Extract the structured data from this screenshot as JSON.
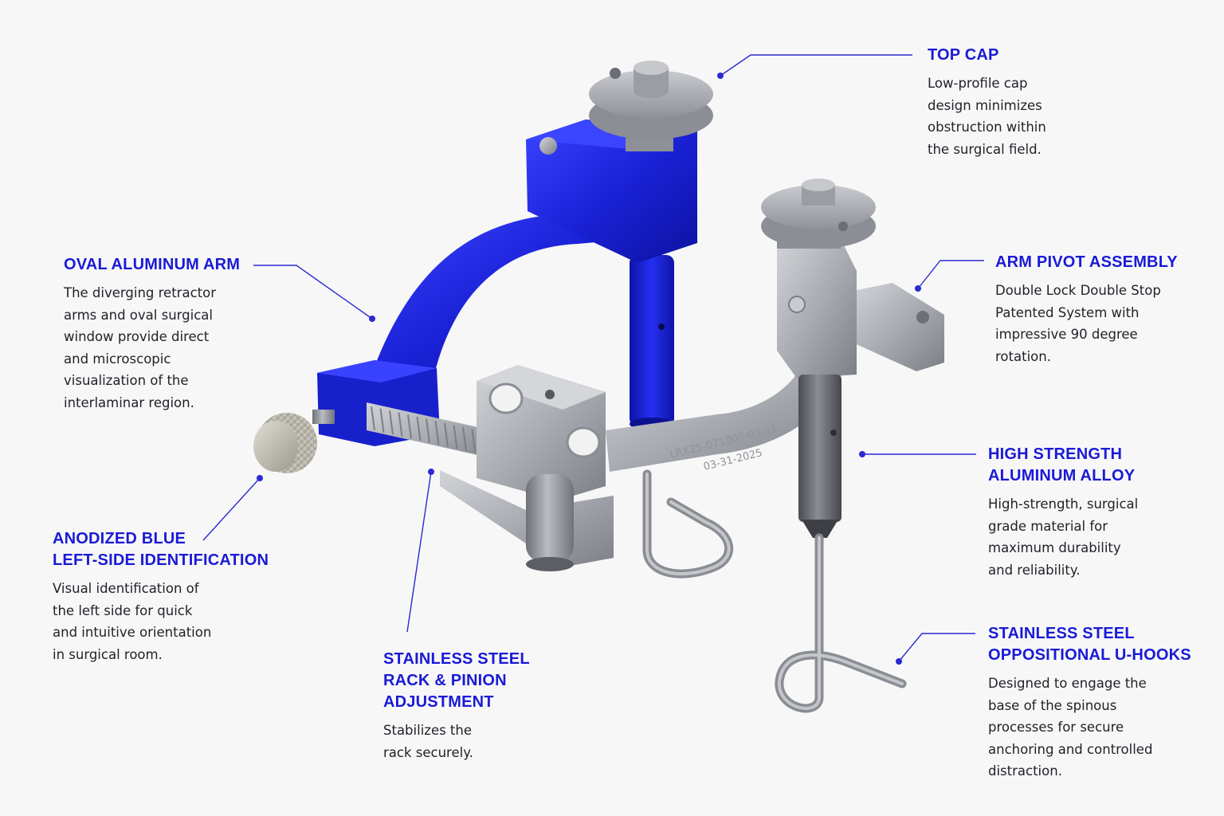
{
  "colors": {
    "background": "#f7f7f8",
    "heading": "#1a1ad6",
    "body_text": "#1f2126",
    "leader": "#2a2ad0",
    "anodized_blue": "#1b22d8",
    "steel": "#a8abb1"
  },
  "engraving": {
    "part_number": "LRX25-071000-03-01",
    "date": "03-31-2025"
  },
  "callouts": {
    "top_cap": {
      "title": "TOP CAP",
      "body": "Low-profile cap\ndesign minimizes\nobstruction within\nthe surgical field."
    },
    "oval_arm": {
      "title": "OVAL ALUMINUM ARM",
      "body": "The diverging retractor\narms and oval surgical\nwindow provide direct\nand microscopic\nvisualization of the\ninterlaminar region."
    },
    "arm_pivot": {
      "title": "ARM PIVOT ASSEMBLY",
      "body": "Double Lock Double Stop\nPatented System with\nimpressive 90 degree\nrotation."
    },
    "alloy": {
      "title": "HIGH STRENGTH\nALUMINUM ALLOY",
      "body": "High-strength, surgical\ngrade material for\nmaximum durability\nand reliability."
    },
    "anodized": {
      "title": "ANODIZED BLUE\nLEFT-SIDE IDENTIFICATION",
      "body": "Visual identification of\nthe left side for quick\nand intuitive orientation\nin surgical room."
    },
    "rack": {
      "title": "STAINLESS STEEL\nRACK & PINION\nADJUSTMENT",
      "body": "Stabilizes the\nrack securely."
    },
    "u_hooks": {
      "title": "STAINLESS STEEL\nOPPOSITIONAL U-HOOKS",
      "body": "Designed to engage the\nbase of the spinous\nprocesses for secure\nanchoring and controlled\ndistraction."
    }
  }
}
